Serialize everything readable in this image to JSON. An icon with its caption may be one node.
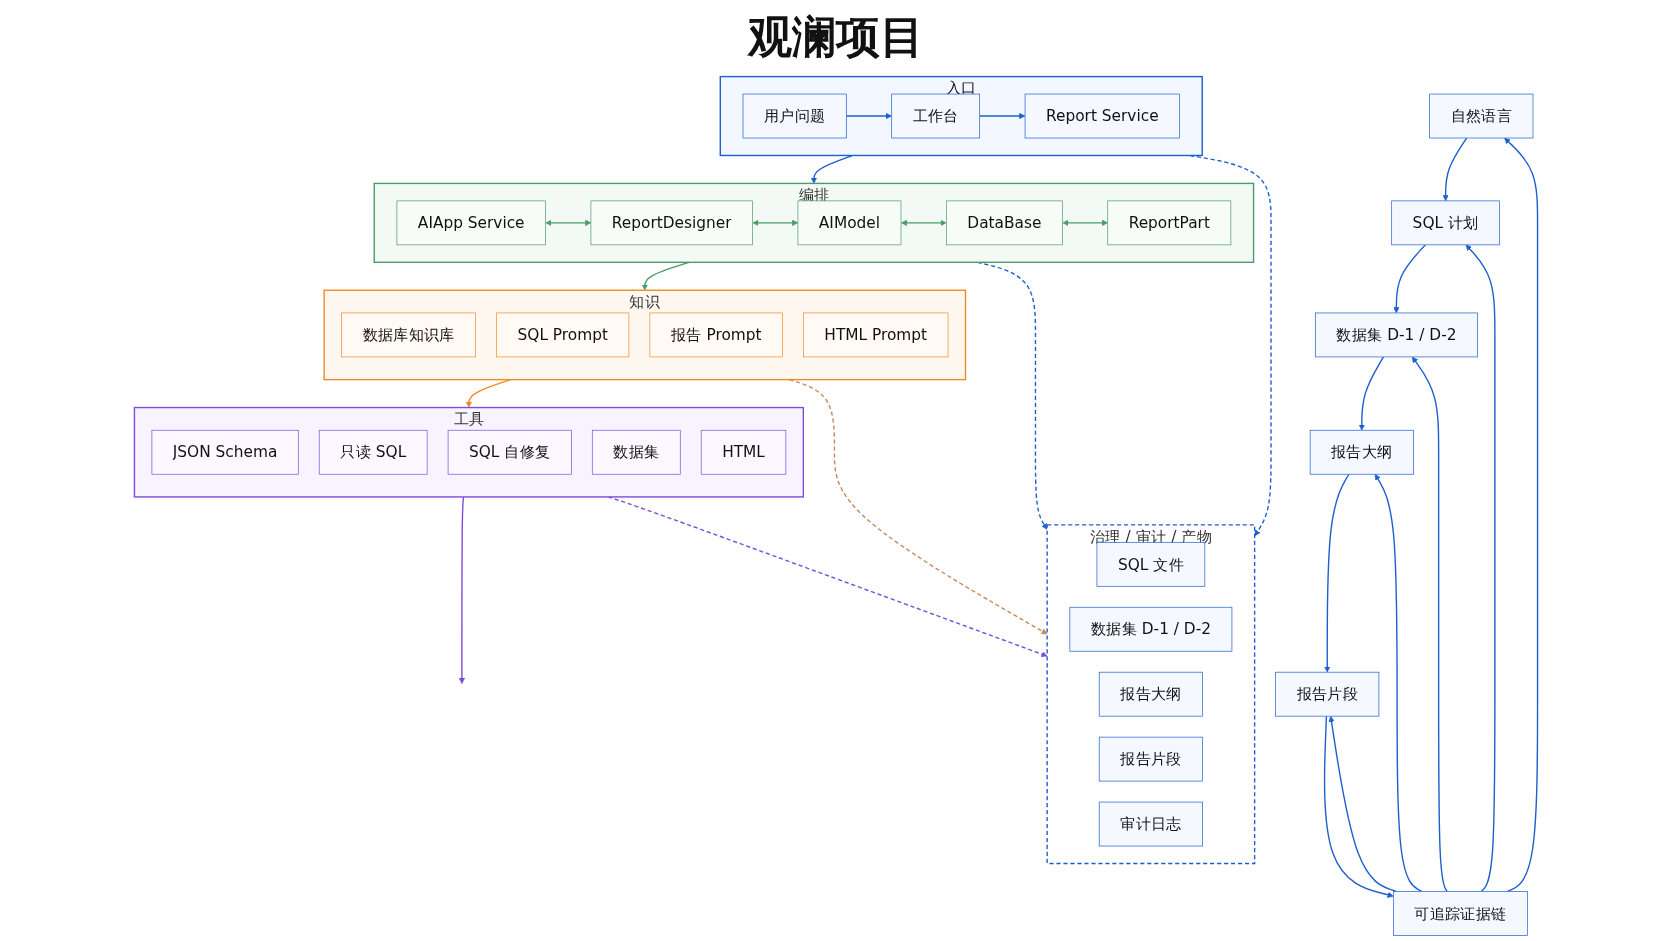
{
  "diagram": {
    "title": "观澜项目",
    "nodes": [
      {
        "text": [
          "入口"
        ]
      },
      {
        "text": [
          "用户问题"
        ],
        "in": 0
      },
      {
        "text": [
          "工作台"
        ],
        "in": 0
      },
      {
        "text": [
          "Report Service"
        ],
        "in": 0
      },
      {
        "text": [
          "编排"
        ]
      },
      {
        "text": [
          "AIApp Service"
        ],
        "in": 4
      },
      {
        "text": [
          "ReportDesigner"
        ],
        "in": 4
      },
      {
        "text": [
          "AIModel"
        ],
        "in": 4
      },
      {
        "text": [
          "DataBase"
        ],
        "in": 4
      },
      {
        "text": [
          "ReportPart"
        ],
        "in": 4
      },
      {
        "text": [
          "知识"
        ]
      },
      {
        "text": [
          "数据库知识库"
        ],
        "in": 10
      },
      {
        "text": [
          "SQL Prompt"
        ],
        "in": 10
      },
      {
        "text": [
          "报告 Prompt"
        ],
        "in": 10
      },
      {
        "text": [
          "HTML Prompt"
        ],
        "in": 10
      },
      {
        "text": [
          "工具"
        ]
      },
      {
        "text": [
          "JSON Schema"
        ],
        "in": 15
      },
      {
        "text": [
          "只读 SQL"
        ],
        "in": 15
      },
      {
        "text": [
          "SQL 自修复"
        ],
        "in": 15
      },
      {
        "text": [
          "数据集"
        ],
        "in": 15
      },
      {
        "text": [
          "HTML"
        ],
        "in": 15
      },
      {
        "text": [
          "治理 / 审计 / 产物"
        ]
      },
      {
        "text": [
          "SQL 文件"
        ],
        "in": 21
      },
      {
        "text": [
          "数据集 D-1 / D-2"
        ],
        "in": 21
      },
      {
        "text": [
          "报告大纲"
        ],
        "in": 21
      },
      {
        "text": [
          "报告片段"
        ],
        "in": 21
      },
      {
        "text": [
          "审计日志"
        ],
        "in": 21
      },
      {
        "text": [
          "自然语言"
        ]
      },
      {
        "text": [
          "SQL 计划"
        ]
      },
      {
        "text": [
          "数据集 D-1 / D-2"
        ]
      },
      {
        "text": [
          "报告大纲"
        ]
      },
      {
        "text": [
          "报告片段"
        ]
      },
      {
        "text": [
          "可追踪证据链"
        ]
      }
    ],
    "edges": [
      {
        "from": 1,
        "to": 2,
        "arrow": "to"
      },
      {
        "from": 2,
        "to": 3,
        "arrow": "to"
      },
      {
        "from": 5,
        "to": 6,
        "arrow": "both",
        "color": "#4a9a6a"
      },
      {
        "from": 6,
        "to": 7,
        "arrow": "both",
        "color": "#4a9a6a"
      },
      {
        "from": 7,
        "to": 8,
        "arrow": "both",
        "color": "#4a9a6a"
      },
      {
        "from": 8,
        "to": 9,
        "arrow": "both",
        "color": "#4a9a6a"
      },
      {
        "from": 0,
        "to": 4,
        "arrow": "to"
      },
      {
        "from": 4,
        "to": 10,
        "arrow": "to",
        "color": "#4a9a6a"
      },
      {
        "from": 10,
        "to": 15,
        "arrow": "to",
        "color": "#f08a24"
      },
      {
        "from": 15,
        "to": null,
        "arrow": "to",
        "color": "#7c4ddb"
      },
      {
        "from": 0,
        "to": 21,
        "arrow": "to",
        "style": "dashed"
      },
      {
        "from": 4,
        "to": 21,
        "arrow": "to",
        "style": "dashed"
      },
      {
        "from": 10,
        "to": 21,
        "arrow": "to",
        "style": "dashed",
        "color": "#c8895a"
      },
      {
        "from": 15,
        "to": 21,
        "arrow": "to",
        "style": "dashed",
        "color": "#7c4ddb"
      },
      {
        "from": 27,
        "to": 28,
        "arrow": "to"
      },
      {
        "from": 28,
        "to": 29,
        "arrow": "to"
      },
      {
        "from": 29,
        "to": 30,
        "arrow": "to"
      },
      {
        "from": 30,
        "to": 31,
        "arrow": "to"
      },
      {
        "from": 31,
        "to": 32,
        "arrow": "to"
      },
      {
        "from": 32,
        "to": 27,
        "arrow": "to"
      },
      {
        "from": 32,
        "to": 28,
        "arrow": "to"
      },
      {
        "from": 32,
        "to": 29,
        "arrow": "to"
      },
      {
        "from": 32,
        "to": 30,
        "arrow": "to"
      },
      {
        "from": 32,
        "to": 31,
        "arrow": "to"
      }
    ]
  }
}
